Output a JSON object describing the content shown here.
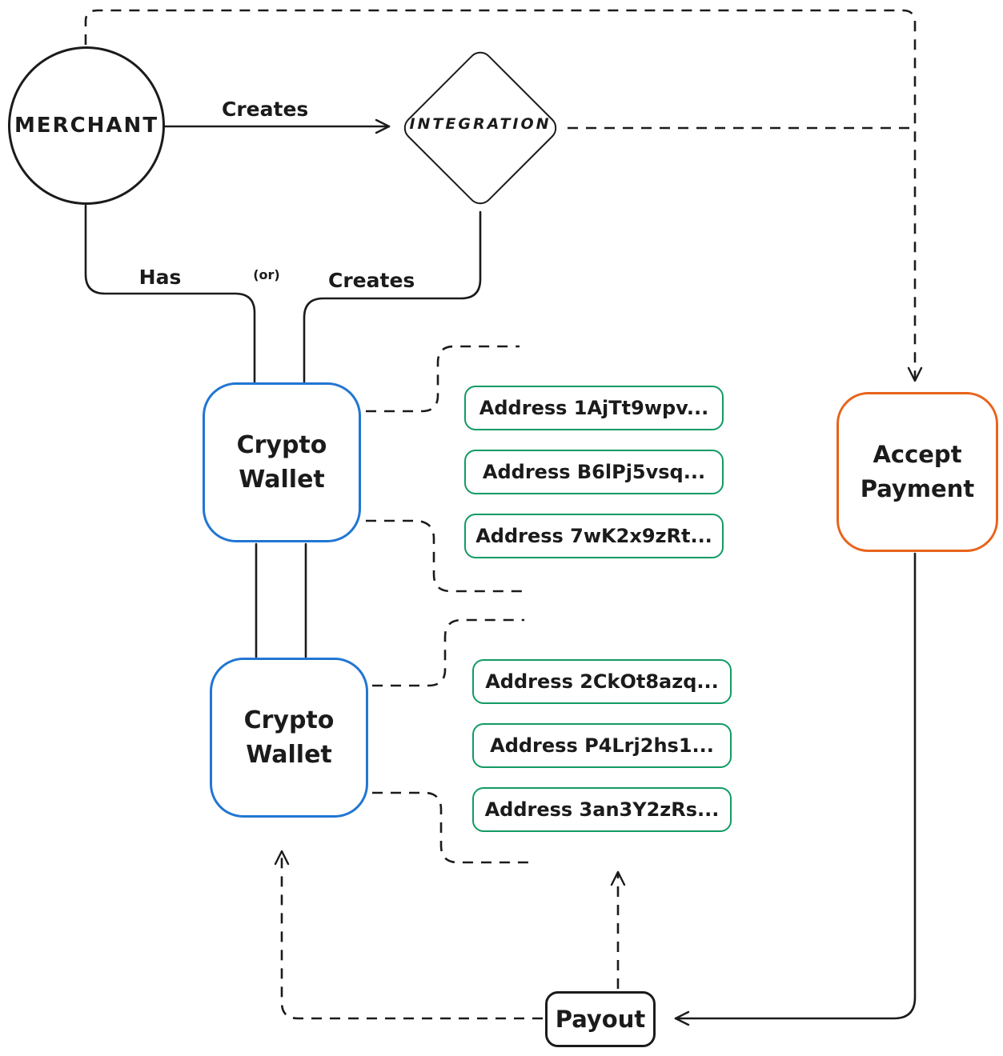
{
  "diagram": {
    "title": "merchant-crypto-payment-flow",
    "nodes": {
      "merchant": {
        "label": "MERCHANT",
        "shape": "circle"
      },
      "integration": {
        "label": "INTEGRATION",
        "shape": "diamond"
      },
      "wallet1": {
        "label": "Crypto Wallet",
        "shape": "rounded-rect"
      },
      "wallet2": {
        "label": "Crypto Wallet",
        "shape": "rounded-rect"
      },
      "accept_payment": {
        "label": "Accept Payment",
        "shape": "rounded-rect"
      },
      "payout": {
        "label": "Payout",
        "shape": "rounded-rect"
      }
    },
    "edge_labels": {
      "creates_top": "Creates",
      "has": "Has",
      "or": "(or)",
      "creates_mid": "Creates"
    },
    "wallet1_addresses": [
      "Address 1AjTt9wpv...",
      "Address B6lPj5vsq...",
      "Address 7wK2x9zRt..."
    ],
    "wallet2_addresses": [
      "Address 2CkOt8azq...",
      "Address P4Lrj2hs1...",
      "Address 3an3Y2zRs..."
    ],
    "colors": {
      "ink": "#1b1b1b",
      "wallet_blue": "#2176d2",
      "address_green": "#119b63",
      "accept_orange": "#e8641c",
      "background": "#ffffff"
    }
  }
}
